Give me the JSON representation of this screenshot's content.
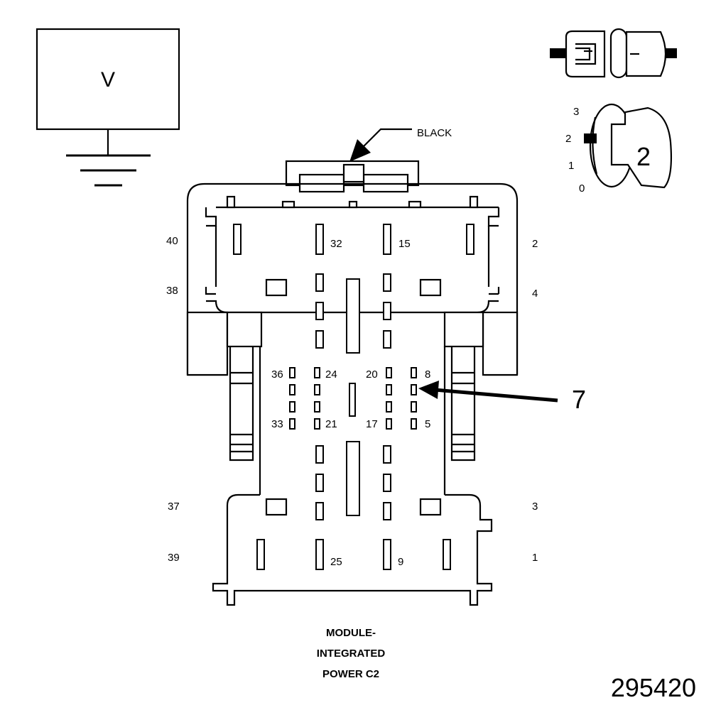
{
  "meter": {
    "symbol": "V"
  },
  "connector_color_label": "BLACK",
  "probe_callout": "7",
  "dial": {
    "positions": [
      "3",
      "2",
      "1",
      "0"
    ],
    "selected": "2"
  },
  "pin_labels": {
    "p40": "40",
    "p38": "38",
    "p37": "37",
    "p39": "39",
    "p2": "2",
    "p4": "4",
    "p3": "3",
    "p1": "1",
    "p32": "32",
    "p15": "15",
    "p25": "25",
    "p9": "9",
    "p36": "36",
    "p24": "24",
    "p20": "20",
    "p8": "8",
    "p33": "33",
    "p21": "21",
    "p17": "17",
    "p5": "5"
  },
  "caption": {
    "line1": "MODULE-",
    "line2": "INTEGRATED",
    "line3": "POWER C2"
  },
  "figure_number": "295420"
}
